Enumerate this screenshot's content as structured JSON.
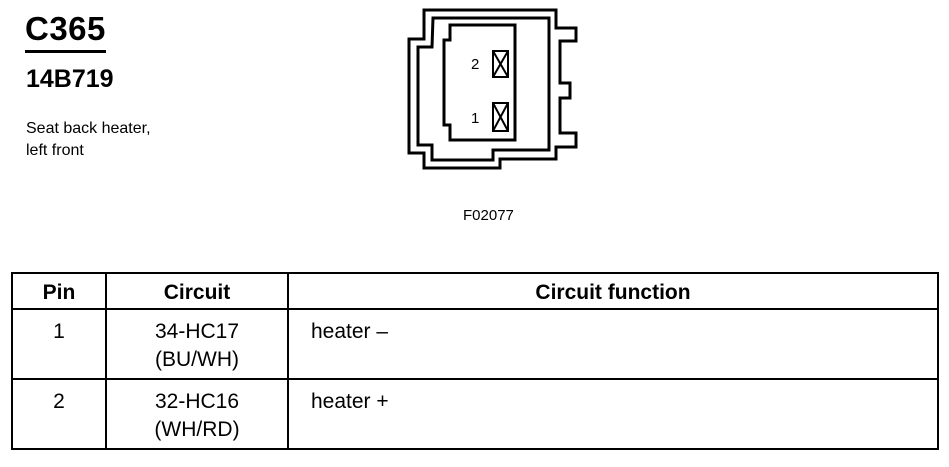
{
  "connector": {
    "id": "C365",
    "part_number": "14B719",
    "description_lines": [
      "Seat back heater,",
      "left front"
    ],
    "figure_code": "F02077",
    "pin_labels": [
      "2",
      "1"
    ]
  },
  "table": {
    "headers": {
      "pin": "Pin",
      "circuit": "Circuit",
      "function": "Circuit function"
    },
    "rows": [
      {
        "pin": "1",
        "circuit_code": "34-HC17",
        "circuit_color": "(BU/WH)",
        "function": "heater –"
      },
      {
        "pin": "2",
        "circuit_code": "32-HC16",
        "circuit_color": "(WH/RD)",
        "function": "heater +"
      }
    ]
  }
}
